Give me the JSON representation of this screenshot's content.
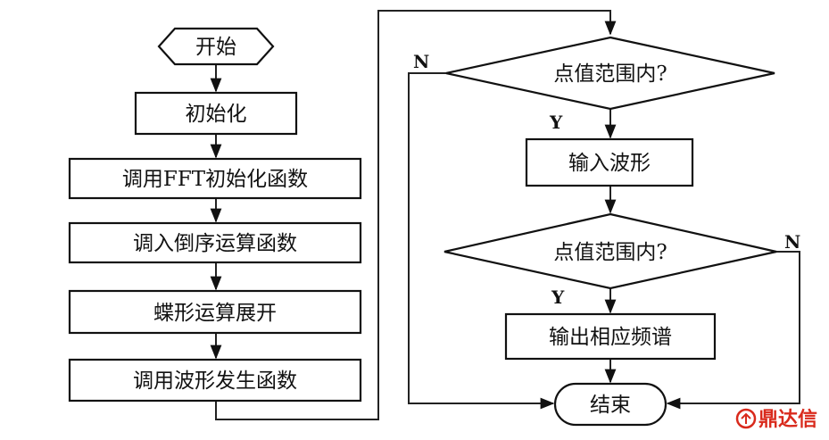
{
  "left_column": {
    "start": "开始",
    "init": "初始化",
    "fft_init": "调用FFT初始化函数",
    "bit_reverse": "调入倒序运算函数",
    "butterfly": "蝶形运算展开",
    "waveform_gen": "调用波形发生函数"
  },
  "right_column": {
    "check_range_1": "点值范围内?",
    "input_wave": "输入波形",
    "check_range_2": "点值范围内?",
    "output_spectrum": "输出相应频谱",
    "end": "结束"
  },
  "branch_labels": {
    "no_1": "N",
    "yes_1": "Y",
    "yes_2": "Y",
    "no_2": "N"
  },
  "watermark": {
    "text": "鼎达信",
    "color": "#d92a1c"
  },
  "colors": {
    "stroke": "#111111",
    "fill": "#ffffff"
  }
}
